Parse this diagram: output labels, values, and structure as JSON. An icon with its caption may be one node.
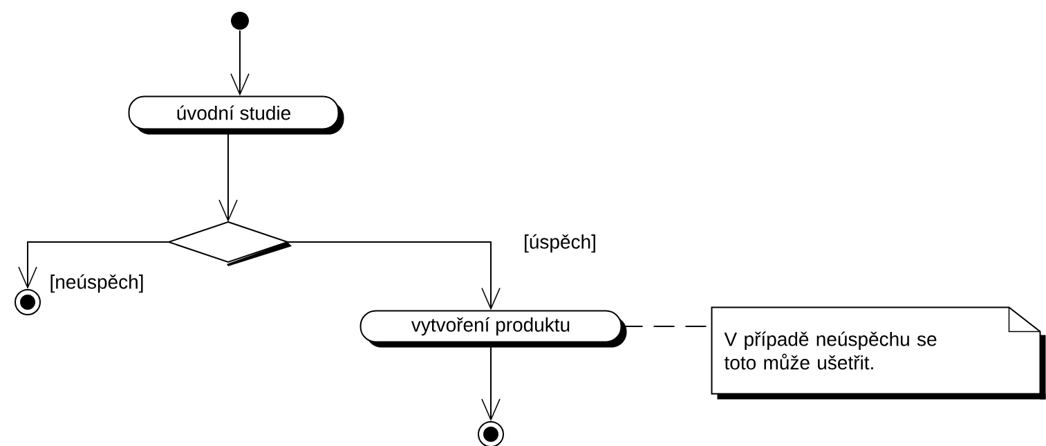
{
  "diagram": {
    "nodes": [
      {
        "text": [],
        "shape": "circle"
      },
      {
        "text": [
          "úvodní studie"
        ]
      },
      {
        "text": [],
        "shape": "diamond"
      },
      {
        "text": [],
        "shape": "bullseye"
      },
      {
        "text": [
          "vytvoření produktu"
        ]
      },
      {
        "text": [],
        "shape": "bullseye"
      },
      {
        "text": [
          "V případě neúspěchu se toto může ušetřit."
        ]
      }
    ],
    "edges": [
      {
        "from": 0,
        "to": 1,
        "arrow": "to"
      },
      {
        "from": 1,
        "to": 2,
        "arrow": "to"
      },
      {
        "from": 2,
        "to": 3,
        "arrow": "to",
        "label": "[neúspěch]"
      },
      {
        "from": 2,
        "to": 4,
        "arrow": "to",
        "label": "[úspěch]"
      },
      {
        "from": 4,
        "to": 5,
        "arrow": "to"
      },
      {
        "from": 4,
        "to": 6,
        "arrow": "none",
        "style": "dashed"
      }
    ]
  }
}
